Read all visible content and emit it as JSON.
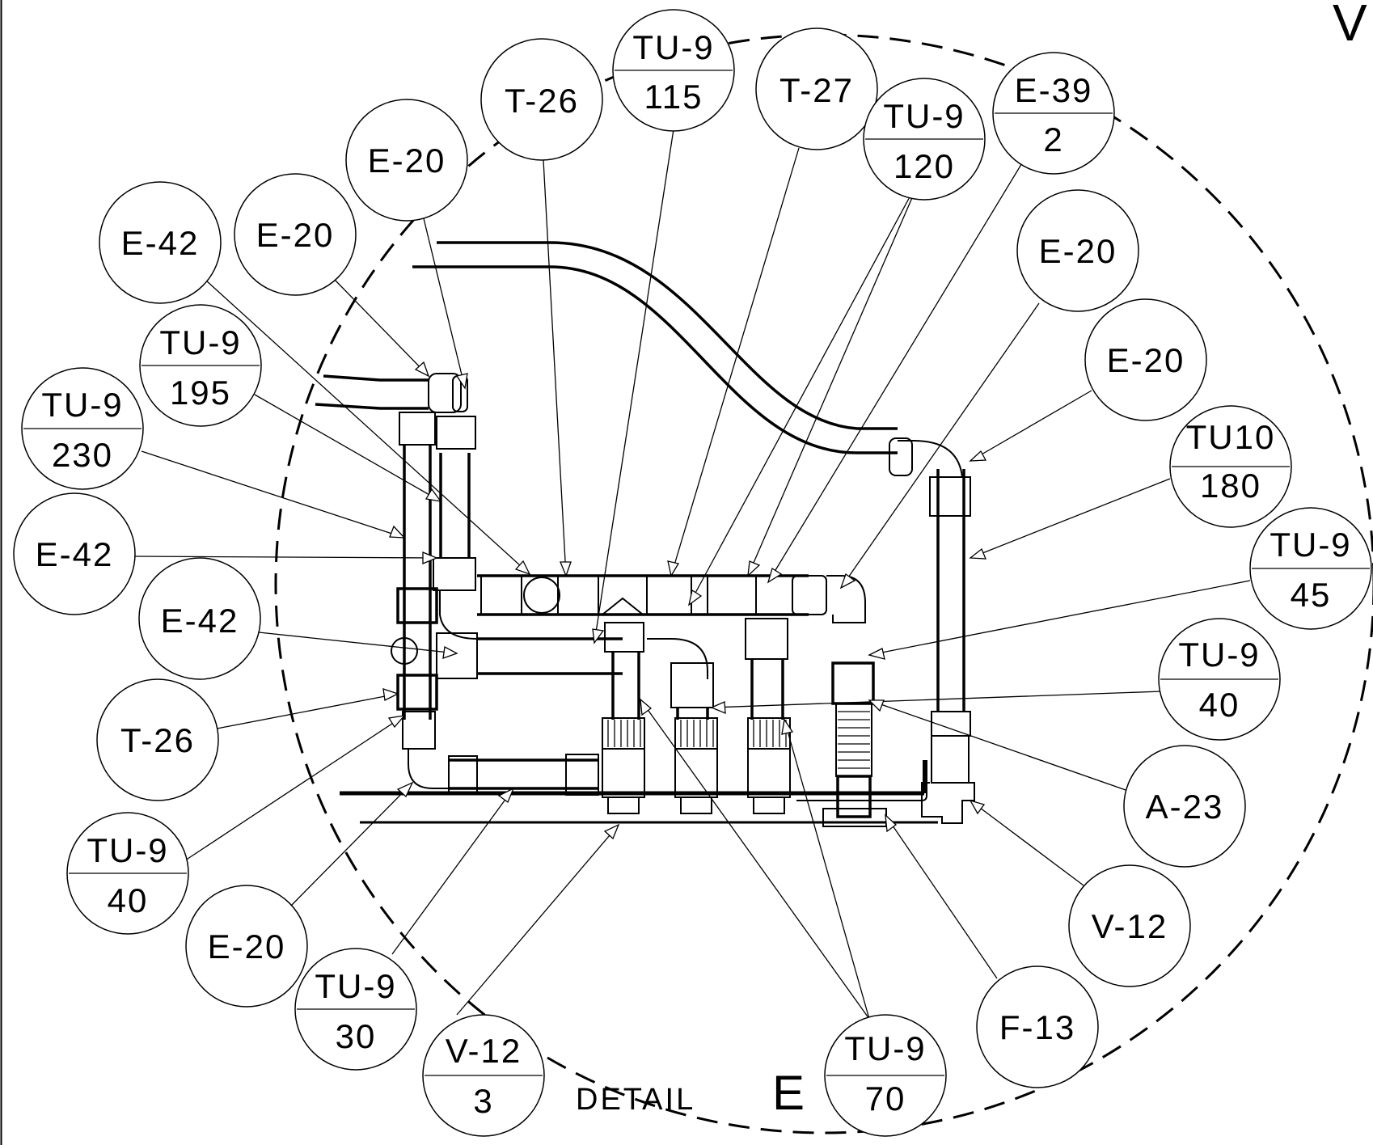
{
  "detail_title": {
    "prefix": "DETAIL",
    "letter": "E"
  },
  "corner_mark": "V",
  "callouts": [
    {
      "id": "c1",
      "top": "TU-9",
      "bottom": "115"
    },
    {
      "id": "c2",
      "top": "T-26",
      "bottom": ""
    },
    {
      "id": "c3",
      "top": "T-27",
      "bottom": ""
    },
    {
      "id": "c4",
      "top": "TU-9",
      "bottom": "120"
    },
    {
      "id": "c5",
      "top": "E-39",
      "bottom": "2"
    },
    {
      "id": "c6",
      "top": "E-20",
      "bottom": ""
    },
    {
      "id": "c7",
      "top": "E-42",
      "bottom": ""
    },
    {
      "id": "c8",
      "top": "E-20",
      "bottom": ""
    },
    {
      "id": "c9",
      "top": "E-20",
      "bottom": ""
    },
    {
      "id": "c10",
      "top": "E-20",
      "bottom": ""
    },
    {
      "id": "c11",
      "top": "TU-9",
      "bottom": "195"
    },
    {
      "id": "c12",
      "top": "TU-9",
      "bottom": "230"
    },
    {
      "id": "c13",
      "top": "TU10",
      "bottom": "180"
    },
    {
      "id": "c14",
      "top": "E-42",
      "bottom": ""
    },
    {
      "id": "c15",
      "top": "TU-9",
      "bottom": "45"
    },
    {
      "id": "c16",
      "top": "E-42",
      "bottom": ""
    },
    {
      "id": "c17",
      "top": "TU-9",
      "bottom": "40"
    },
    {
      "id": "c18",
      "top": "T-26",
      "bottom": ""
    },
    {
      "id": "c19",
      "top": "A-23",
      "bottom": ""
    },
    {
      "id": "c20",
      "top": "TU-9",
      "bottom": "40"
    },
    {
      "id": "c21",
      "top": "V-12",
      "bottom": ""
    },
    {
      "id": "c22",
      "top": "E-20",
      "bottom": ""
    },
    {
      "id": "c23",
      "top": "F-13",
      "bottom": ""
    },
    {
      "id": "c24",
      "top": "TU-9",
      "bottom": "30"
    },
    {
      "id": "c25",
      "top": "V-12",
      "bottom": "3"
    },
    {
      "id": "c26",
      "top": "TU-9",
      "bottom": "70"
    }
  ]
}
